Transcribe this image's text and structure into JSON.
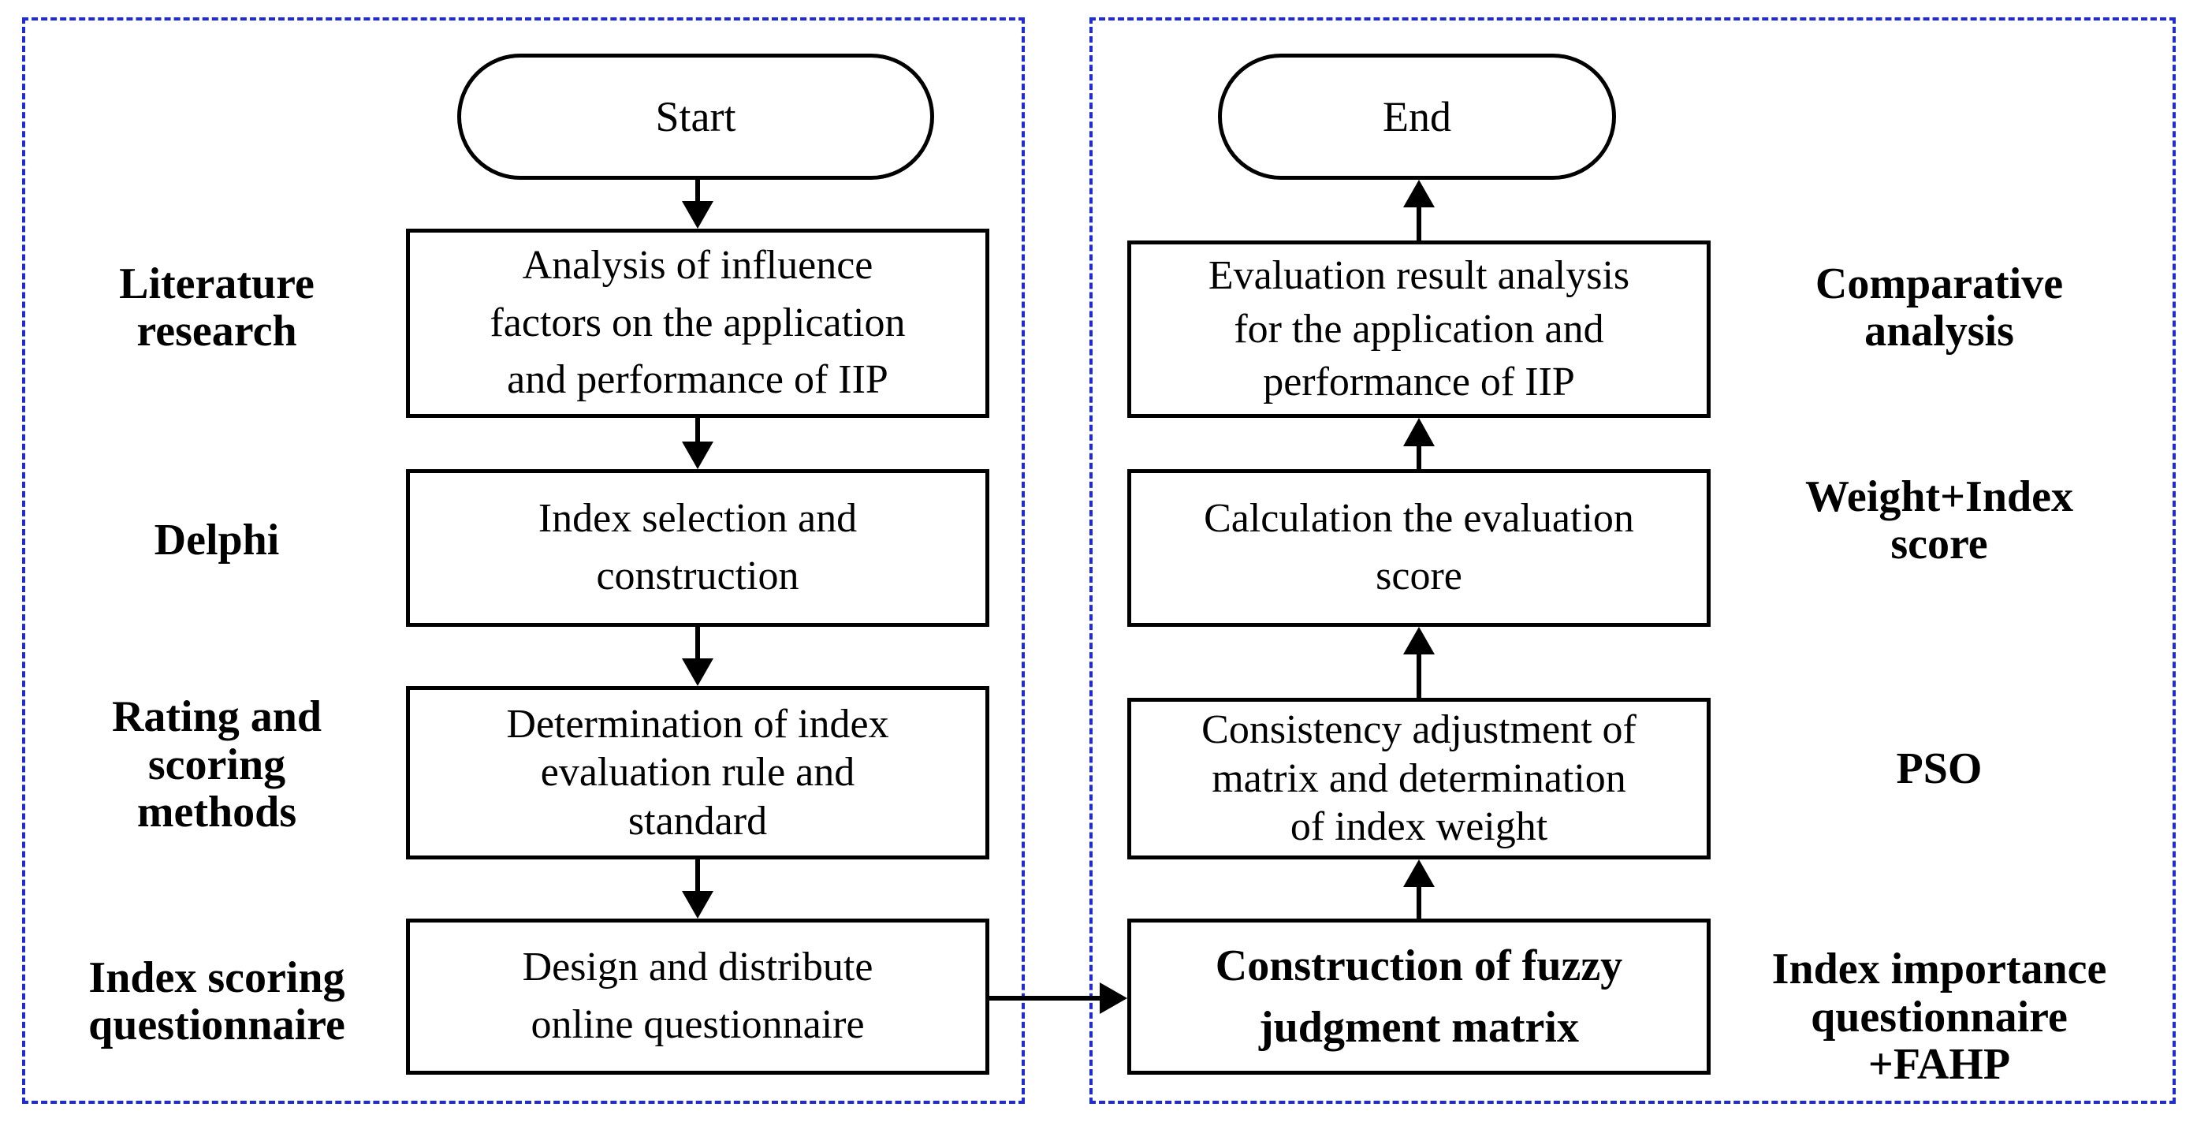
{
  "left_panel": {
    "start_label": "Start",
    "steps": [
      "Analysis of influence\nfactors on the application\nand performance of IIP",
      "Index selection and\nconstruction",
      "Determination of index\nevaluation rule and\nstandard",
      "Design and distribute\nonline questionnaire"
    ],
    "methods": [
      "Literature\nresearch",
      "Delphi",
      "Rating and\nscoring\nmethods",
      "Index scoring\nquestionnaire"
    ]
  },
  "right_panel": {
    "end_label": "End",
    "steps": [
      "Evaluation result analysis\nfor  the application and\nperformance of IIP",
      "Calculation the evaluation\nscore",
      "Consistency adjustment of\nmatrix and determination\nof index weight",
      "Construction of fuzzy\njudgment matrix"
    ],
    "methods": [
      "Comparative\nanalysis",
      "Weight+Index\nscore",
      "PSO",
      "Index importance\nquestionnaire\n+FAHP"
    ]
  },
  "colors": {
    "panel_border": "#1f2bd6",
    "stroke": "#000000"
  }
}
